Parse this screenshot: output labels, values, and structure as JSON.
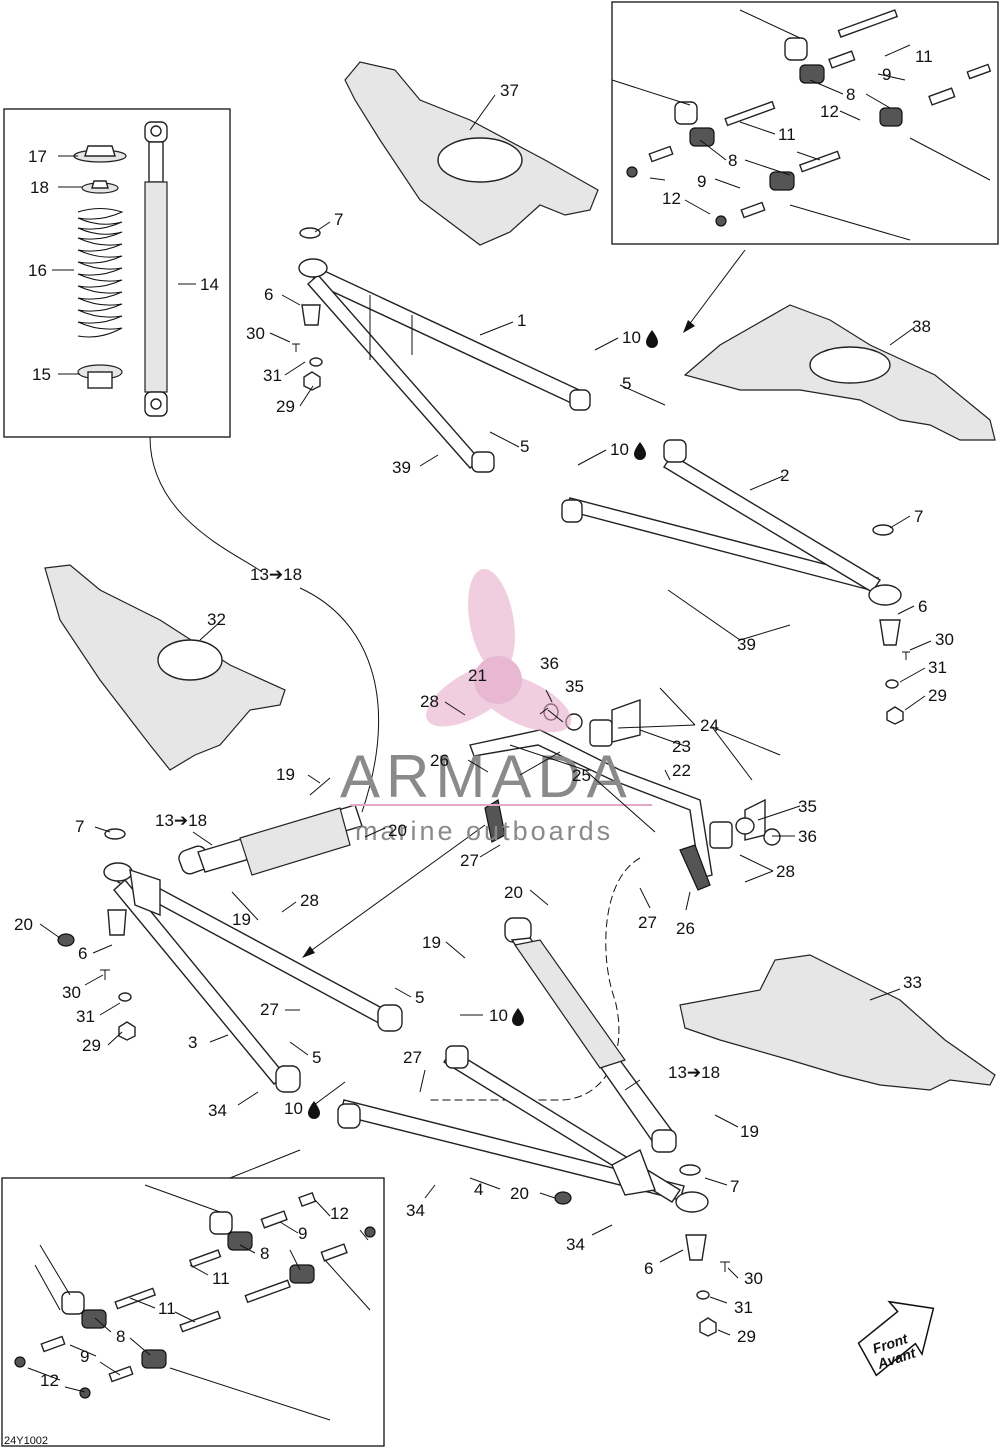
{
  "diagram": {
    "code": "24Y1002",
    "front_label": "Front",
    "front_label_fr": "Avant",
    "accent_color": "#e6a6c8",
    "watermark": {
      "brand": "ARMADA",
      "tagline": "marine outboards"
    },
    "callouts": {
      "c1": "1",
      "c2": "2",
      "c3": "3",
      "c4": "4",
      "c5a": "5",
      "c5b": "5",
      "c5c": "5",
      "c5d": "5",
      "c6a": "6",
      "c6b": "6",
      "c6c": "6",
      "c6d": "6",
      "c7a": "7",
      "c7b": "7",
      "c7c": "7",
      "c7d": "7",
      "c8a": "8",
      "c8b": "8",
      "c8c": "8",
      "c8d": "8",
      "c9a": "9",
      "c9b": "9",
      "c9c": "9",
      "c9d": "9",
      "c10a": "10",
      "c10b": "10",
      "c10c": "10",
      "c10d": "10",
      "c11a": "11",
      "c11b": "11",
      "c11c": "11",
      "c11d": "11",
      "c12a": "12",
      "c12b": "12",
      "c12c": "12",
      "c12d": "12",
      "c13a": "13➔18",
      "c13b": "13➔18",
      "c13c": "13➔18",
      "c14": "14",
      "c15": "15",
      "c16": "16",
      "c17": "17",
      "c18": "18",
      "c19a": "19",
      "c19b": "19",
      "c19c": "19",
      "c19d": "19",
      "c20a": "20",
      "c20b": "20",
      "c20c": "20",
      "c20d": "20",
      "c21": "21",
      "c22": "22",
      "c23": "23",
      "c24": "24",
      "c25": "25",
      "c26a": "26",
      "c26b": "26",
      "c27a": "27",
      "c27b": "27",
      "c27c": "27",
      "c28a": "28",
      "c28b": "28",
      "c28c": "28",
      "c29a": "29",
      "c29b": "29",
      "c29c": "29",
      "c29d": "29",
      "c30a": "30",
      "c30b": "30",
      "c30c": "30",
      "c30d": "30",
      "c31a": "31",
      "c31b": "31",
      "c31c": "31",
      "c31d": "31",
      "c32": "32",
      "c33": "33",
      "c34a": "34",
      "c34b": "34",
      "c34c": "34",
      "c35a": "35",
      "c35b": "35",
      "c36a": "36",
      "c36b": "36",
      "c37": "37",
      "c38": "38",
      "c39a": "39",
      "c39b": "39"
    }
  }
}
